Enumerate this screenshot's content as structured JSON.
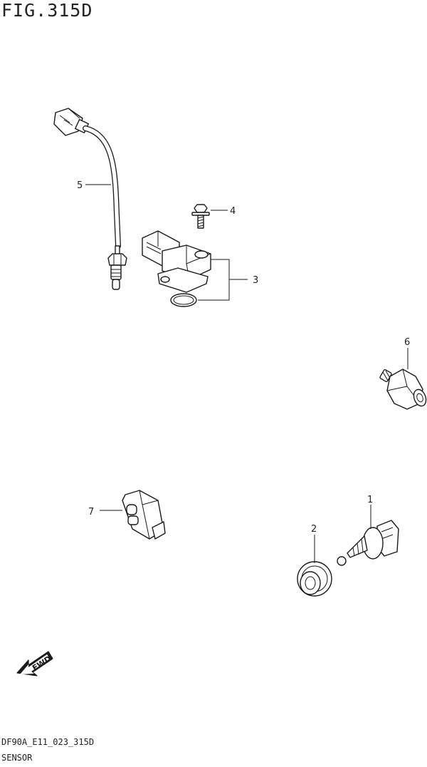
{
  "figure": {
    "title": "FIG.315D",
    "code": "DF90A_E11_023_315D",
    "name": "SENSOR"
  },
  "callouts": {
    "p1": "1",
    "p2": "2",
    "p3": "3",
    "p4": "4",
    "p5": "5",
    "p6": "6",
    "p7": "7"
  },
  "fwd_label": "FWD"
}
